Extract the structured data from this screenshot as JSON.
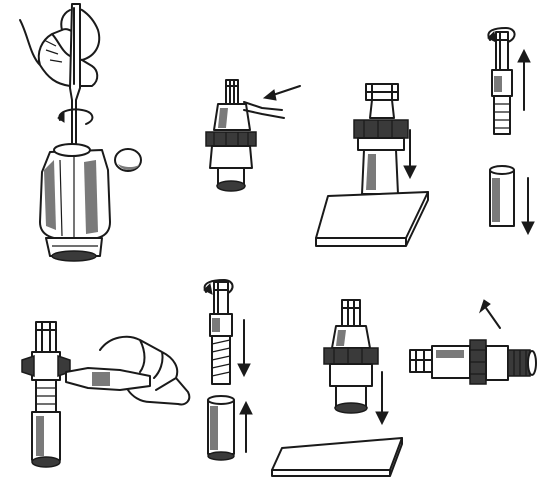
{
  "figure": {
    "type": "technical-illustration",
    "panels": [
      {
        "id": "panel-1",
        "subject": "hand-turning-screwdriver-into-valve-cap"
      },
      {
        "id": "panel-2",
        "subject": "cartridge-with-pliers-pointer"
      },
      {
        "id": "panel-3",
        "subject": "cartridge-pressed-on-block"
      },
      {
        "id": "panel-4",
        "subject": "stem-and-sleeve-separated"
      },
      {
        "id": "panel-5",
        "subject": "hand-with-tool-on-stem"
      },
      {
        "id": "panel-6",
        "subject": "stem-spring-and-sleeve"
      },
      {
        "id": "panel-7",
        "subject": "cartridge-over-block"
      },
      {
        "id": "panel-8",
        "subject": "cartridge-rotated-horizontal"
      }
    ],
    "colors": {
      "ink": "#1a1a1a",
      "paper": "#ffffff"
    }
  }
}
